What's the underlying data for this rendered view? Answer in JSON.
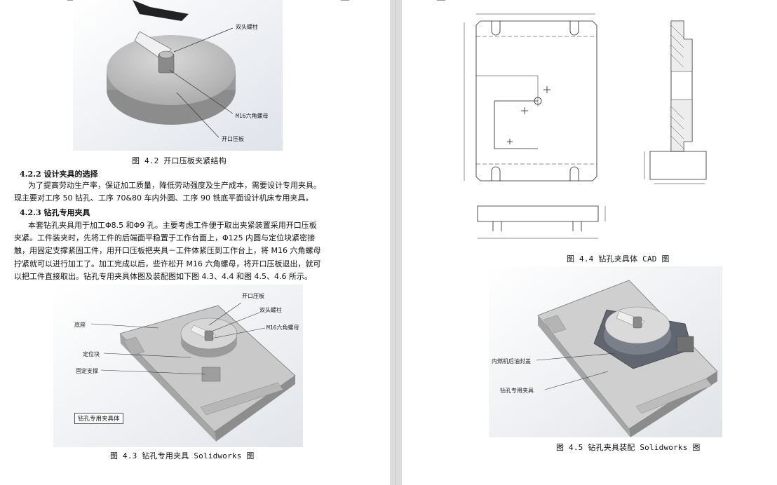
{
  "page_left": {
    "figure_4_2": {
      "callouts": [
        "双头螺柱",
        "M16六角螺母",
        "开口压板"
      ],
      "caption": "图 4.2  开口压板夹紧结构"
    },
    "section_4_2_2": {
      "heading": "4.2.2  设计夹具的选择",
      "lines": [
        "为了提高劳动生产率，保证加工质量，降低劳动强度及生产成本，需要设计专用夹具。",
        "现主要对工序 50 钻孔、工序 70&80 车内外圆、工序 90 铣底平面设计机床专用夹具。"
      ]
    },
    "section_4_2_3": {
      "heading": "4.2.3  钻孔专用夹具",
      "lines": [
        "本套钻孔夹具用于加工Φ8.5 和Φ9 孔。主要考虑工件便于取出夹紧装置采用开口压板",
        "夹紧。工件装夹时，先将工件的后端面平稳置于工作台面上，Φ125 内圆与定位块紧密接",
        "触，用固定支撑紧固工件，用开口压板把夹具－工件体紧压到工作台上，将 M16 六角螺母",
        "拧紧就可以进行加工了。加工完成以后，些许松开 M16 六角螺母，将开口压板退出，就可",
        "以把工件直接取出。钻孔专用夹具体图及装配图如下图 4.3、4.4 和图 4.5、4.6 所示。"
      ]
    },
    "figure_4_3": {
      "callouts": {
        "open_plate": "开口压板",
        "stud": "双头螺柱",
        "nut": "M16六角螺母",
        "base": "底座",
        "locator": "定位块",
        "fixed_support": "固定支撑"
      },
      "box_label": "钻孔专用夹具体",
      "caption": "图 4.3  钻孔专用夹具 Solidworks 图"
    }
  },
  "page_right": {
    "figure_4_4": {
      "caption": "图 4.4  钻孔夹具体 CAD 图"
    },
    "figure_4_5": {
      "callouts": {
        "oil_seal": "内燃机后油封盖",
        "fixture": "钻孔专用夹具"
      },
      "caption": "图 4.5  钻孔夹具装配 Solidworks 图"
    }
  }
}
